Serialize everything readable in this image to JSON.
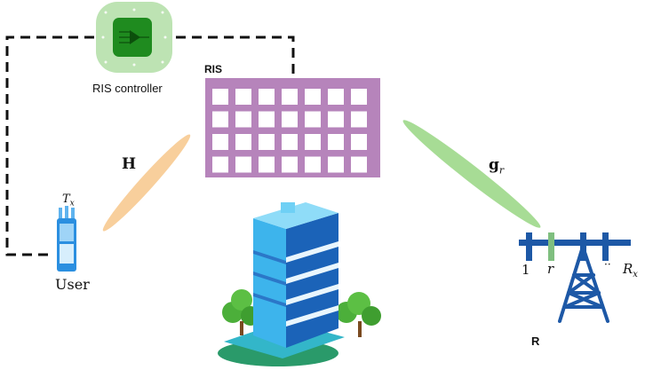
{
  "labels": {
    "ris_controller": "RIS controller",
    "ris": "RIS",
    "channel_h": "H",
    "channel_g_main": "g",
    "channel_g_sub": "r",
    "tx_main": "T",
    "tx_sub": "x",
    "user": "User",
    "antenna_first": "1",
    "antenna_selected": "r",
    "antenna_dots": "··",
    "rx_main": "R",
    "rx_sub": "x",
    "receiver": "R"
  },
  "colors": {
    "ris_panel": "#b684bb",
    "controller_outer": "#bde3b3",
    "controller_inner": "#1f8b1f",
    "channel_h": "#f8cf9c",
    "channel_g": "#a7dc95",
    "tower": "#1d58a6",
    "selected_antenna": "#7fbf7f",
    "phone": "#2b8fe0",
    "building_light": "#3db4ec",
    "building_dark": "#1b63b8",
    "tree": "#4caf3a",
    "dashed_line": "#111111"
  },
  "ris_grid": {
    "rows": 4,
    "cols": 7
  },
  "icons": {
    "controller": "chip-icon",
    "user": "phone-icon",
    "building": "building-icon",
    "receiver": "antenna-tower-icon"
  }
}
